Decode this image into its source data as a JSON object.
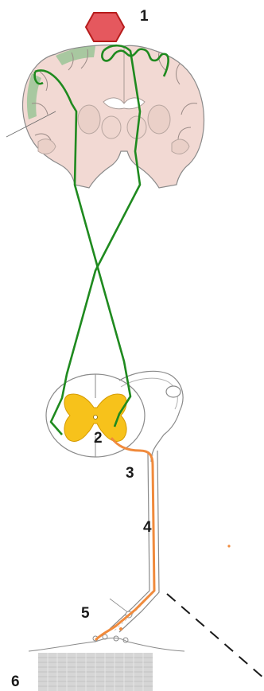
{
  "labels": {
    "n1": "1",
    "n2": "2",
    "n3": "3",
    "n4": "4",
    "n5": "5",
    "n6": "6"
  },
  "colors": {
    "upper_motor_pathway": "#1f8a1f",
    "lower_motor_pathway": "#f08a3c",
    "gray_matter": "#f7c21b",
    "brain_tissue": "#f2d9d3",
    "cortex_shading": "#8fc28f",
    "hexagon_fill": "#e5585e",
    "hexagon_stroke": "#b71c1c",
    "outline": "#888888"
  },
  "icons": {
    "hexagon": "hexagon-marker-icon"
  }
}
